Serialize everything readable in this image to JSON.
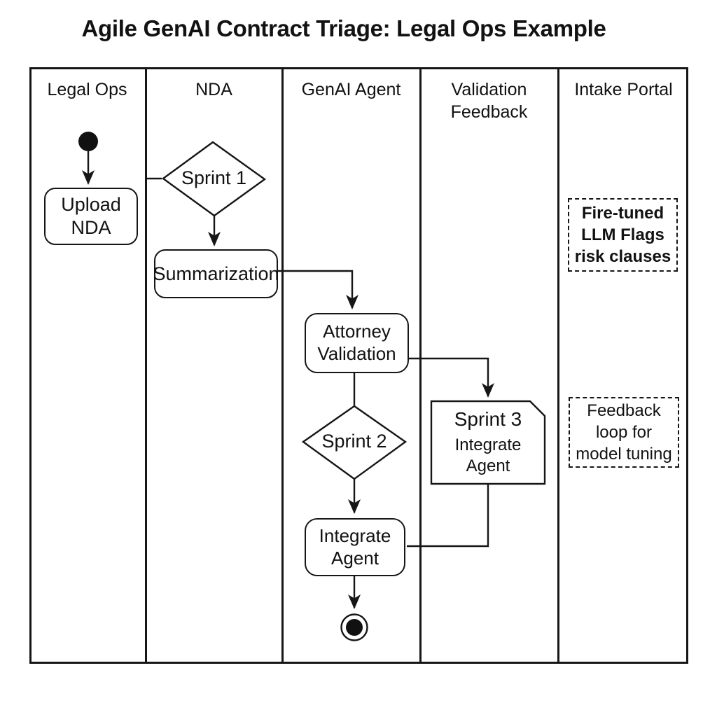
{
  "title": "Agile GenAI Contract Triage: Legal Ops Example",
  "lanes": [
    {
      "label": "Legal Ops"
    },
    {
      "label": "NDA"
    },
    {
      "label": "GenAI Agent"
    },
    {
      "label": "Validation Feedback"
    },
    {
      "label": "Intake Portal"
    }
  ],
  "nodes": {
    "upload_nda": {
      "label": "Upload\nNDA"
    },
    "sprint1": {
      "label": "Sprint 1"
    },
    "summarization": {
      "label": "Summarization"
    },
    "attorney_validation": {
      "label": "Attorney\nValidation"
    },
    "sprint2": {
      "label": "Sprint 2"
    },
    "sprint3": {
      "title": "Sprint 3",
      "label": "Integrate\nAgent"
    },
    "integrate_agent": {
      "label": "Integrate\nAgent"
    }
  },
  "notes": {
    "fine_tuned": {
      "label": "Fire-tuned\nLLM Flags\nrisk clauses"
    },
    "feedback_loop": {
      "label": "Feedback\nloop for\nmodel tuning"
    }
  },
  "colors": {
    "ink": "#161616",
    "background": "#ffffff"
  }
}
